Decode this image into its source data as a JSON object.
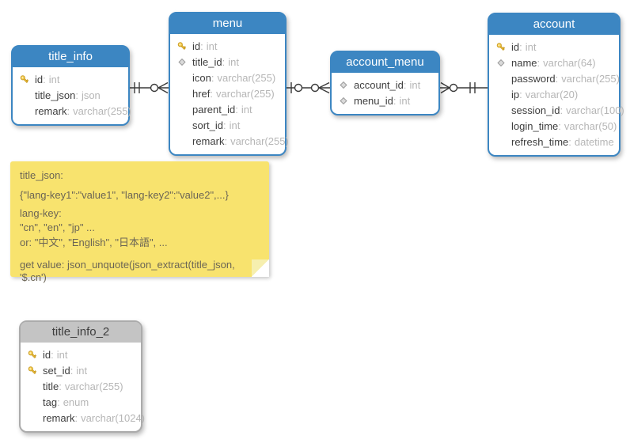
{
  "diagram": {
    "tables": [
      {
        "key": "title_info",
        "title": "title_info",
        "style": "blue",
        "fields": [
          {
            "icon": "key",
            "name": "id",
            "type": "int"
          },
          {
            "icon": "none",
            "name": "title_json",
            "type": "json"
          },
          {
            "icon": "none",
            "name": "remark",
            "type": "varchar(255)"
          }
        ]
      },
      {
        "key": "menu",
        "title": "menu",
        "style": "blue",
        "fields": [
          {
            "icon": "key",
            "name": "id",
            "type": "int"
          },
          {
            "icon": "diamond",
            "name": "title_id",
            "type": "int"
          },
          {
            "icon": "none",
            "name": "icon",
            "type": "varchar(255)"
          },
          {
            "icon": "none",
            "name": "href",
            "type": "varchar(255)"
          },
          {
            "icon": "none",
            "name": "parent_id",
            "type": "int"
          },
          {
            "icon": "none",
            "name": "sort_id",
            "type": "int"
          },
          {
            "icon": "none",
            "name": "remark",
            "type": "varchar(255)"
          }
        ]
      },
      {
        "key": "account_menu",
        "title": "account_menu",
        "style": "blue",
        "fields": [
          {
            "icon": "diamond",
            "name": "account_id",
            "type": "int"
          },
          {
            "icon": "diamond",
            "name": "menu_id",
            "type": "int"
          }
        ]
      },
      {
        "key": "account",
        "title": "account",
        "style": "blue",
        "fields": [
          {
            "icon": "key",
            "name": "id",
            "type": "int"
          },
          {
            "icon": "diamond",
            "name": "name",
            "type": "varchar(64)"
          },
          {
            "icon": "none",
            "name": "password",
            "type": "varchar(255)"
          },
          {
            "icon": "none",
            "name": "ip",
            "type": "varchar(20)"
          },
          {
            "icon": "none",
            "name": "session_id",
            "type": "varchar(100)"
          },
          {
            "icon": "none",
            "name": "login_time",
            "type": "varchar(50)"
          },
          {
            "icon": "none",
            "name": "refresh_time",
            "type": "datetime"
          }
        ]
      },
      {
        "key": "title_info_2",
        "title": "title_info_2",
        "style": "gray",
        "fields": [
          {
            "icon": "key",
            "name": "id",
            "type": "int"
          },
          {
            "icon": "key",
            "name": "set_id",
            "type": "int"
          },
          {
            "icon": "none",
            "name": "title",
            "type": "varchar(255)"
          },
          {
            "icon": "none",
            "name": "tag",
            "type": "enum"
          },
          {
            "icon": "none",
            "name": "remark",
            "type": "varchar(1024)"
          }
        ]
      }
    ],
    "relationships": [
      {
        "from": "title_info",
        "to": "menu",
        "from_end": "one-mandatory",
        "to_end": "zero-or-many"
      },
      {
        "from": "menu",
        "to": "account_menu",
        "from_end": "zero-or-one",
        "to_end": "zero-or-many"
      },
      {
        "from": "account_menu",
        "to": "account",
        "from_end": "zero-or-many",
        "to_end": "one-mandatory"
      }
    ],
    "note": {
      "lines": [
        "title_json:",
        "{\"lang-key1\":\"value1\", \"lang-key2\":\"value2\",...}",
        "lang-key:",
        "\"cn\", \"en\", \"jp\" ...",
        "or: \"中文\", \"English\", \"日本語\", ...",
        "get value: json_unquote(json_extract(title_json, '$.cn')"
      ]
    },
    "colors": {
      "table_header_blue": "#3C86C2",
      "table_header_gray": "#C4C4C4",
      "note_yellow": "#F8E36E",
      "key_icon_gold": "#F3C13A",
      "diamond_icon_gray": "#DADADA",
      "connector": "#3A3A3A"
    }
  }
}
